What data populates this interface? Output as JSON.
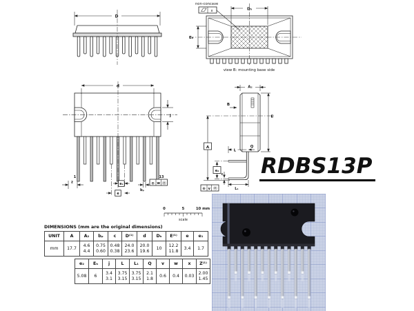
{
  "window": {
    "background": "#ffffff"
  },
  "part_label": {
    "text": "RDBS13P"
  },
  "front_view": {
    "dim_D": "D"
  },
  "base_view": {
    "non_concave_label": "non-concave",
    "flag_x": "x",
    "dim_Dh": "Dₕ",
    "dim_Eh": "Eₕ",
    "caption": "view B: mounting base side"
  },
  "top_view": {
    "dim_d": "d",
    "dim_j": "j",
    "pin_first": "1",
    "pin_last": "13",
    "dim_z": "z",
    "dim_e1": "e₁",
    "dim_e": "e",
    "dim_bp": "bₚ",
    "tol_frame_w": {
      "symbol": "⊕",
      "letter": "w",
      "modifier": "Ⓜ"
    }
  },
  "side_view": {
    "dim_A2": "A₂",
    "view_B": "B",
    "dim_E": "E",
    "dim_A": "A",
    "dim_L": "L",
    "dim_Q": "Q",
    "dim_e2": "e₂",
    "dim_c": "c",
    "dim_L1": "L₁",
    "tol_frame_v": {
      "symbol": "⊕",
      "letter": "v",
      "modifier": "Ⓜ"
    }
  },
  "scale_bar": {
    "tick_0": "0",
    "tick_5": "5",
    "tick_10": "10 mm",
    "label": "scale"
  },
  "dimensions_table": {
    "title": "DIMENSIONS (mm are the original dimensions)",
    "row1": {
      "headers": [
        "UNIT",
        "A",
        "A₂",
        "bₚ",
        "c",
        "D⁽¹⁾",
        "d",
        "Dₕ",
        "E⁽¹⁾",
        "e",
        "e₁"
      ],
      "values": [
        "mm",
        "17.7",
        "4.6\n4.4",
        "0.75\n0.60",
        "0.48\n0.38",
        "24.0\n23.6",
        "20.0\n19.6",
        "10",
        "12.2\n11.8",
        "3.4",
        "1.7"
      ]
    },
    "row2": {
      "headers": [
        "e₂",
        "Eₕ",
        "j",
        "L",
        "L₁",
        "Q",
        "v",
        "w",
        "x",
        "Z⁽¹⁾"
      ],
      "values": [
        "5.08",
        "6",
        "3.4\n3.1",
        "3.75\n3.15",
        "3.75\n3.15",
        "2.1\n1.8",
        "0.6",
        "0.4",
        "0.03",
        "2.00\n1.45"
      ]
    }
  },
  "photo": {
    "pin_count": "13",
    "paper_color": "#c9d1e5",
    "grid_minor_color": "#aab6d4",
    "grid_major_color": "#7e8ec4",
    "package_color": "#1b1b20",
    "pin_color": "#b5bac6"
  }
}
